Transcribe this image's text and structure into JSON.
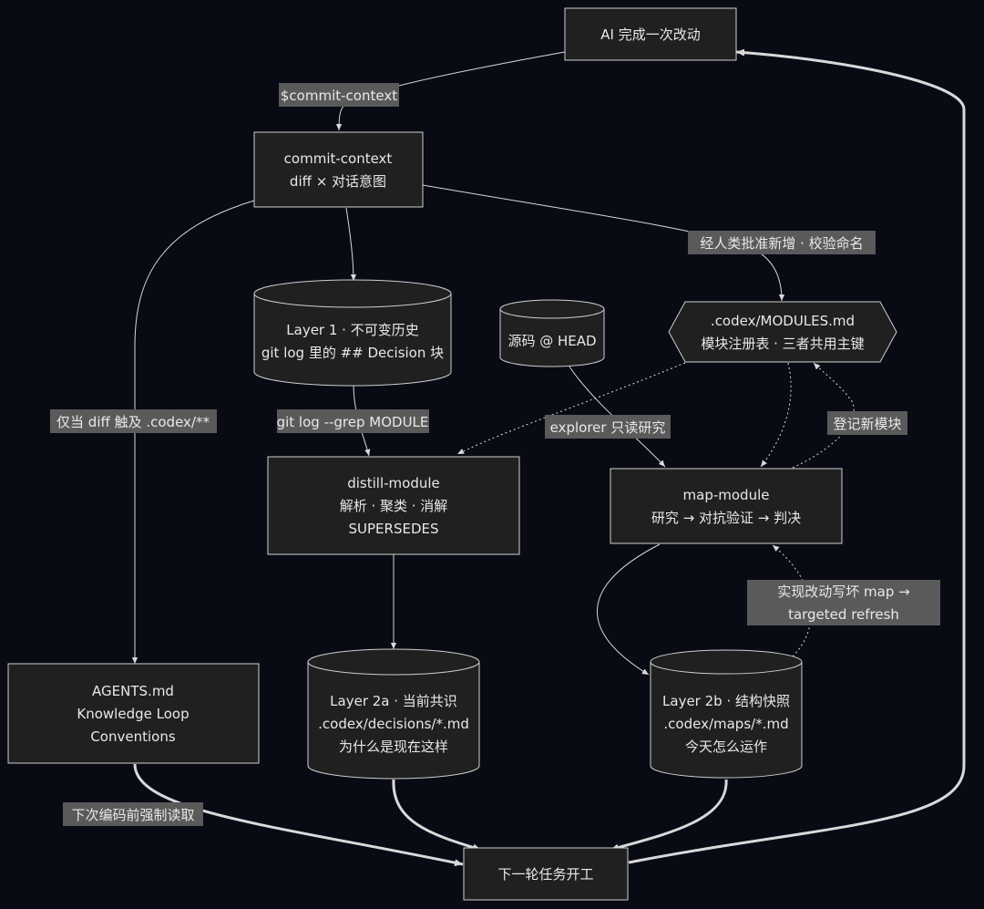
{
  "nodes": {
    "ai_change": "AI 完成一次改动",
    "commit_context": [
      "commit-context",
      "diff × 对话意图"
    ],
    "layer1": [
      "Layer 1 · 不可变历史",
      "git log 里的 ## Decision 块"
    ],
    "source_head": "源码 @ HEAD",
    "modules_md": [
      ".codex/MODULES.md",
      "模块注册表 · 三者共用主键"
    ],
    "distill_module": [
      "distill-module",
      "解析 · 聚类 · 消解",
      "SUPERSEDES"
    ],
    "map_module": [
      "map-module",
      "研究 → 对抗验证 → 判决"
    ],
    "agents_md": [
      "AGENTS.md",
      "Knowledge Loop",
      "Conventions"
    ],
    "layer2a": [
      "Layer 2a · 当前共识",
      ".codex/decisions/*.md",
      "为什么是现在这样"
    ],
    "layer2b": [
      "Layer 2b · 结构快照",
      ".codex/maps/*.md",
      "今天怎么运作"
    ],
    "next_round": "下一轮任务开工"
  },
  "edge_labels": {
    "commit_cmd": "$commit-context",
    "human_approve": "经人类批准新增 · 校验命名",
    "only_codex": "仅当 diff 触及 .codex/**",
    "grep_module": "git log --grep MODULE",
    "explorer_read": "explorer 只读研究",
    "register_module": "登记新模块",
    "targeted_refresh": [
      "实现改动写坏 map →",
      "targeted refresh"
    ],
    "force_read": "下次编码前强制读取"
  },
  "colors": {
    "background": "#080a14",
    "node_fill": "#202020",
    "node_stroke": "#cfcfcf",
    "label_bg": "#5a5a5a",
    "text": "#e8e8e8"
  }
}
